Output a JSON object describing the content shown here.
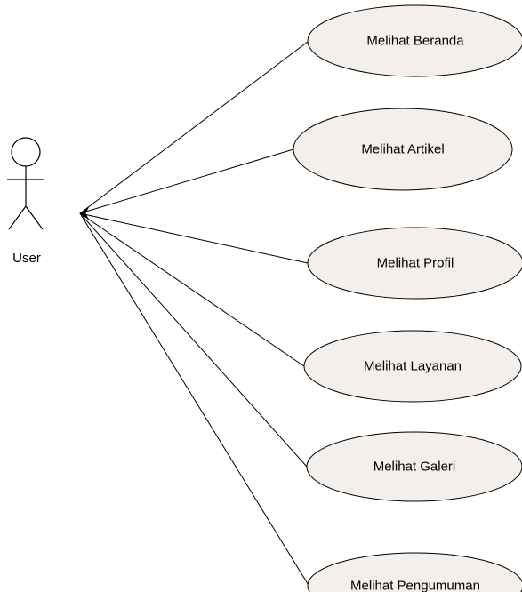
{
  "diagram": {
    "actor": {
      "label": "User"
    },
    "use_cases": [
      {
        "label": "Melihat Beranda"
      },
      {
        "label": "Melihat Artikel"
      },
      {
        "label": "Melihat Profil"
      },
      {
        "label": "Melihat Layanan"
      },
      {
        "label": "Melihat Galeri"
      },
      {
        "label": "Melihat Pengumuman"
      }
    ]
  },
  "colors": {
    "usecase_fill": "#f4efeb",
    "stroke": "#000000"
  }
}
